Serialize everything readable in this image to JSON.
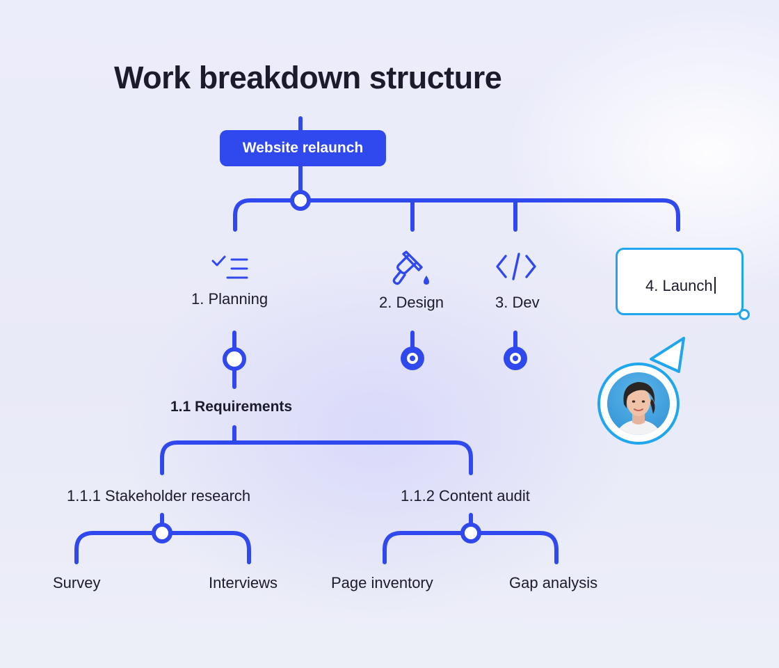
{
  "title": "Work breakdown structure",
  "root": {
    "label": "Website relaunch"
  },
  "branches": [
    {
      "label": "1. Planning",
      "icon": "checklist-icon"
    },
    {
      "label": "2. Design",
      "icon": "paint-brush-icon"
    },
    {
      "label": "3. Dev",
      "icon": "code-icon"
    },
    {
      "label": "4. Launch",
      "icon": "text-edit-box",
      "editing": true
    }
  ],
  "planning": {
    "child": "1.1 Requirements",
    "subtasks": [
      {
        "label": "1.1.1 Stakeholder research",
        "children": [
          "Survey",
          "Interviews"
        ]
      },
      {
        "label": "1.1.2 Content audit",
        "children": [
          "Page inventory",
          "Gap analysis"
        ]
      }
    ]
  },
  "cursor": {
    "icon": "pointer-arrow-icon",
    "user": "avatar"
  },
  "colors": {
    "accent": "#2f49ef",
    "edit": "#1fa6ee",
    "text": "#1c1b2b"
  }
}
